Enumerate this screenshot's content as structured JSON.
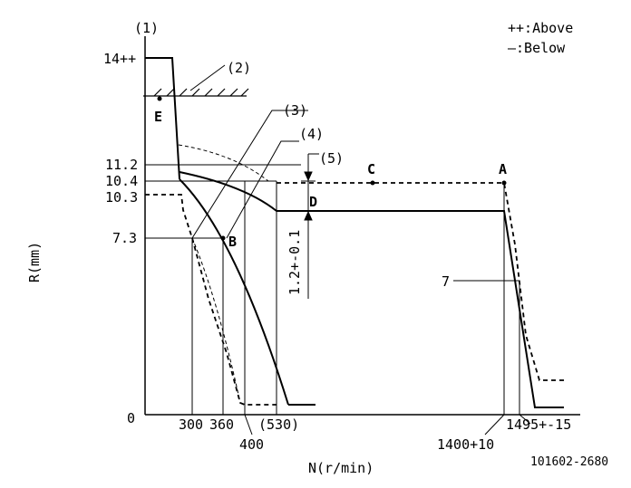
{
  "chart_data": {
    "type": "line",
    "legend": {
      "above_label": "++:Above",
      "below_label": "—:Below"
    },
    "axis": {
      "y_label": "R(mm)",
      "x_label": "N(r/min)",
      "origin_label": "0",
      "y_ticks": [
        "14++",
        "11.2",
        "10.4",
        "10.3",
        "7.3"
      ],
      "x_ticks": [
        "300",
        "360",
        "400",
        "(530)",
        "1400+10",
        "1495+-15"
      ]
    },
    "callouts": [
      "(1)",
      "(2)",
      "(3)",
      "(4)",
      "(5)",
      "7"
    ],
    "points": [
      "A",
      "B",
      "C",
      "D",
      "E"
    ],
    "dimension_label": "1.2+-0.1",
    "figure_id": "101602-2680"
  }
}
